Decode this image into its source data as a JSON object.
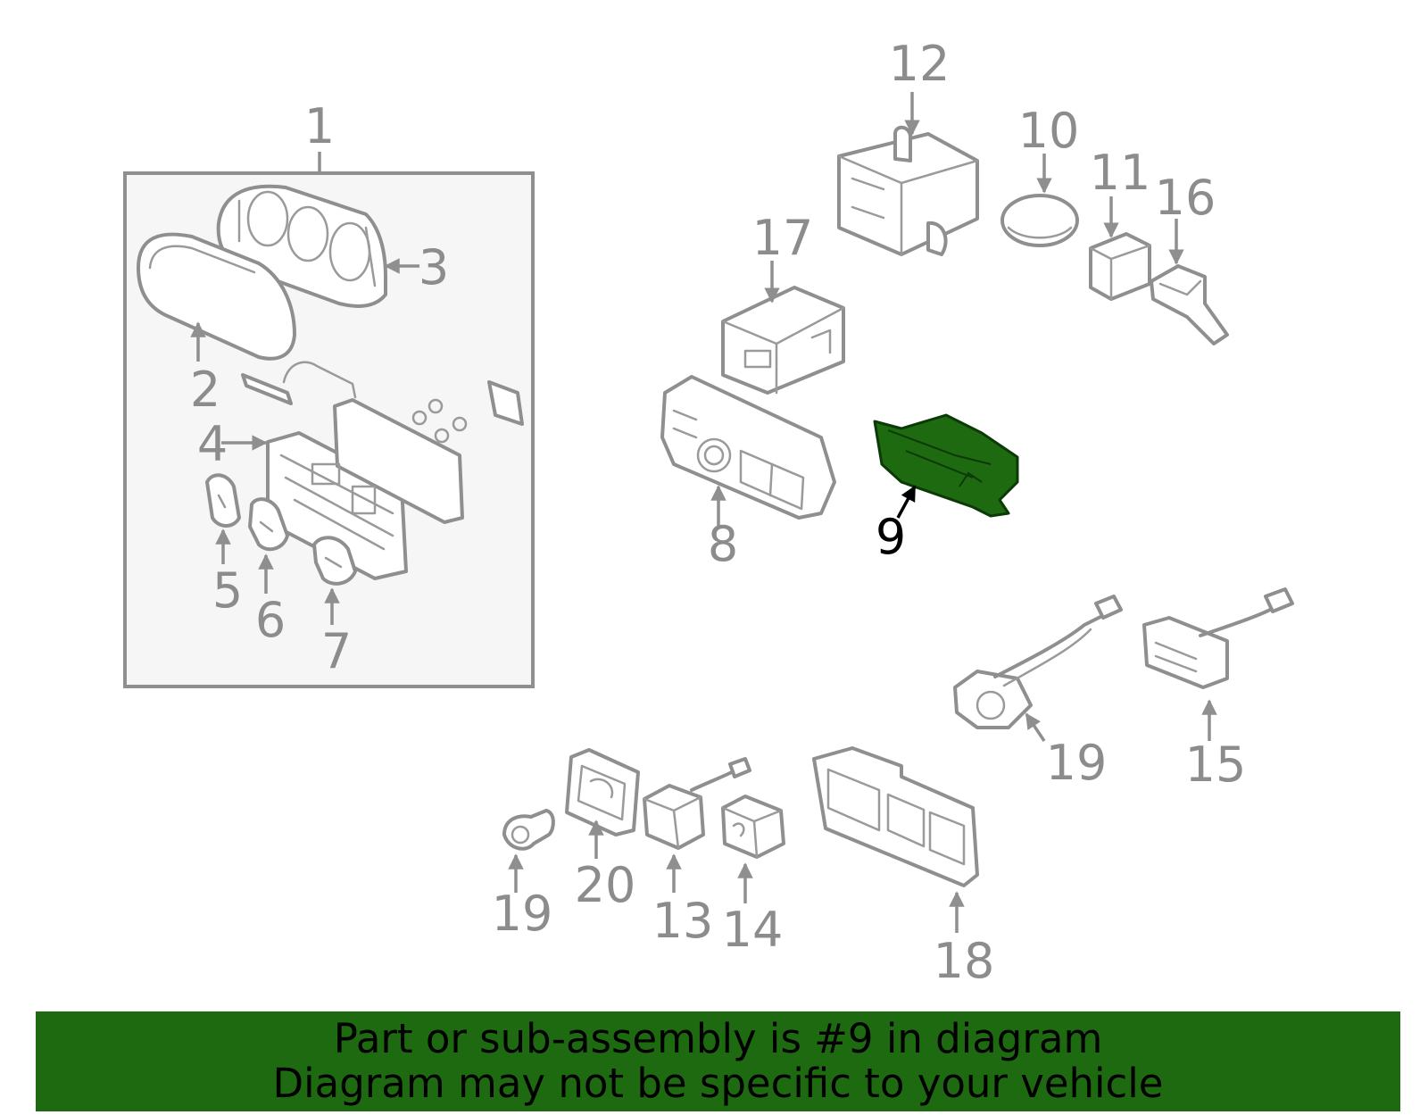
{
  "labels": {
    "n1": "1",
    "n2": "2",
    "n3": "3",
    "n4": "4",
    "n5": "5",
    "n6": "6",
    "n7": "7",
    "n8": "8",
    "n9": "9",
    "n10": "10",
    "n11": "11",
    "n12": "12",
    "n13": "13",
    "n14": "14",
    "n15": "15",
    "n16": "16",
    "n17": "17",
    "n18": "18",
    "n19a": "19",
    "n19b": "19",
    "n20": "20"
  },
  "highlight": {
    "part": "9",
    "color": "#1e6a10"
  },
  "banner": {
    "line1": "Part or sub-assembly is #9 in diagram",
    "line2": "Diagram may not be specific to your vehicle"
  },
  "colors": {
    "line": "#8f8f8f",
    "box_fill": "#f6f6f6",
    "banner_bg": "#1e6a10",
    "highlight_part": "#1e6a10"
  }
}
